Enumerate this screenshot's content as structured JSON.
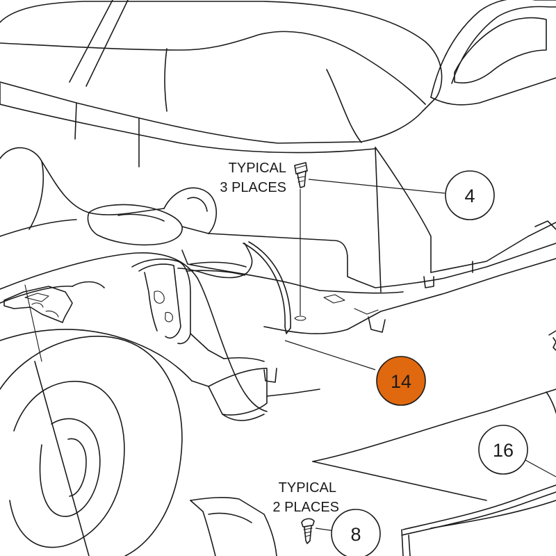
{
  "callouts": {
    "c4": "4",
    "c14": "14",
    "c16": "16",
    "c8": "8"
  },
  "notes": {
    "top": {
      "line1": "TYPICAL",
      "line2": "3 PLACES"
    },
    "bottom": {
      "line1": "TYPICAL",
      "line2": "2 PLACES"
    }
  },
  "colors": {
    "highlight": "#e0680e",
    "line": "#1a1a1a",
    "background": "#ffffff"
  }
}
